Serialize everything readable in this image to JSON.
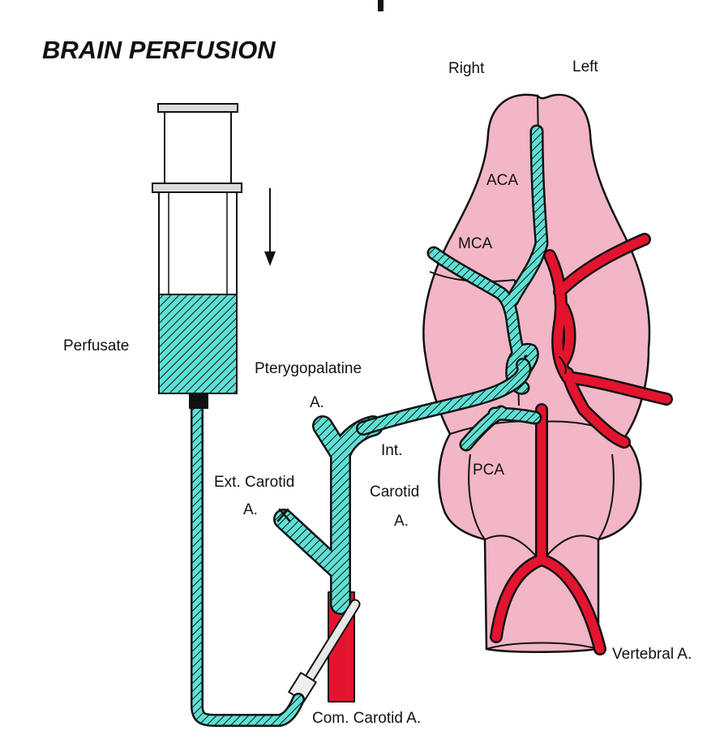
{
  "title": "BRAIN PERFUSION",
  "labels": {
    "right": "Right",
    "left": "Left",
    "aca": "ACA",
    "mca": "MCA",
    "pca": "PCA",
    "perfusate": "Perfusate",
    "pterygopalatine_1": "Pterygopalatine",
    "pterygopalatine_2": "A.",
    "ext_carotid_1": "Ext. Carotid",
    "ext_carotid_2": "A.",
    "int_carotid_1": "Int.",
    "int_carotid_2": "Carotid",
    "int_carotid_3": "A.",
    "vertebral": "Vertebral A.",
    "com_carotid": "Com. Carotid A."
  },
  "colors": {
    "brain": "#f2b6c6",
    "perfusate": "#5fe0d5",
    "artery_red": "#e3142e",
    "outline": "#111111"
  }
}
